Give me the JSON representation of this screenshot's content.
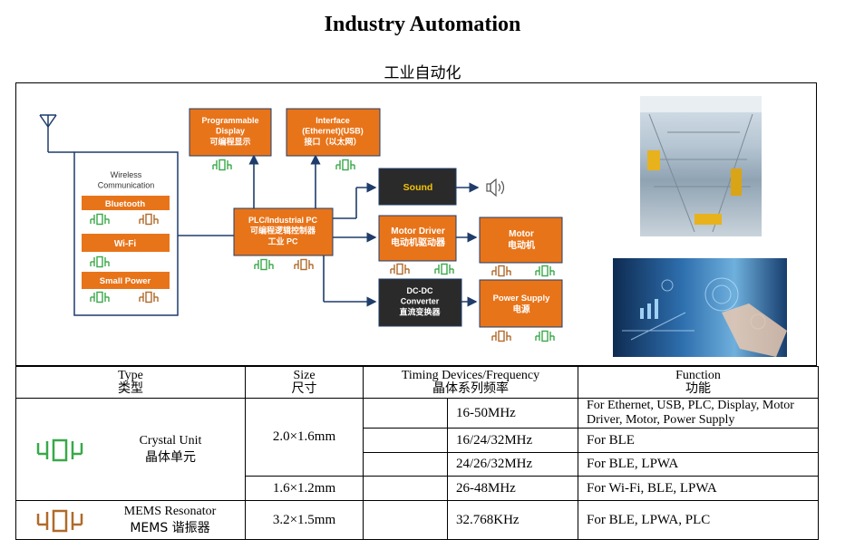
{
  "title": "Industry Automation",
  "subtitle": "工业自动化",
  "diagram": {
    "wireless_title": "Wireless\nCommunication",
    "bluetooth": "Bluetooth",
    "wifi": "Wi-Fi",
    "small_power": "Small Power",
    "prog_display": "Programmable\nDisplay\n可编程显示",
    "interface": "Interface\n(Ethernet)(USB)\n接口（以太网）",
    "plc": "PLC/Industrial PC\n可编程逻辑控制器\n工业 PC",
    "sound": "Sound",
    "motor_driver": "Motor Driver\n电动机驱动器",
    "motor": "Motor\n电动机",
    "dcdc": "DC-DC\nConverter\n直流变换器",
    "power_supply": "Power Supply\n电源"
  },
  "colors": {
    "orange": "#E8741A",
    "dark": "#2a2a2a",
    "green": "#3aa84a",
    "brown": "#b06a2a",
    "line": "#1f3c6b",
    "sound_text": "#f5c400"
  },
  "table": {
    "headers": {
      "type": "Type",
      "type_cn": "类型",
      "size": "Size",
      "size_cn": "尺寸",
      "timing": "Timing Devices/Frequency",
      "timing_cn": "晶体系列频率",
      "function": "Function",
      "function_cn": "功能"
    },
    "crystal": {
      "name": "Crystal Unit",
      "name_cn": "晶体单元",
      "icon": "crystal-symbol-green"
    },
    "mems": {
      "name": "MEMS Resonator",
      "name_cn": "MEMS 谐振器",
      "icon": "crystal-symbol-brown"
    },
    "rows": [
      {
        "size": "2.0×1.6mm",
        "freq": "16-50MHz",
        "function": "For Ethernet, USB, PLC, Display, Motor Driver, Motor, Power Supply"
      },
      {
        "freq": "16/24/32MHz",
        "function": "For BLE"
      },
      {
        "freq": "24/26/32MHz",
        "function": "For BLE, LPWA"
      },
      {
        "size": "1.6×1.2mm",
        "freq": "26-48MHz",
        "function": "For Wi-Fi, BLE, LPWA"
      },
      {
        "size": "3.2×1.5mm",
        "freq": "32.768KHz",
        "function": "For BLE, LPWA, PLC"
      }
    ]
  }
}
